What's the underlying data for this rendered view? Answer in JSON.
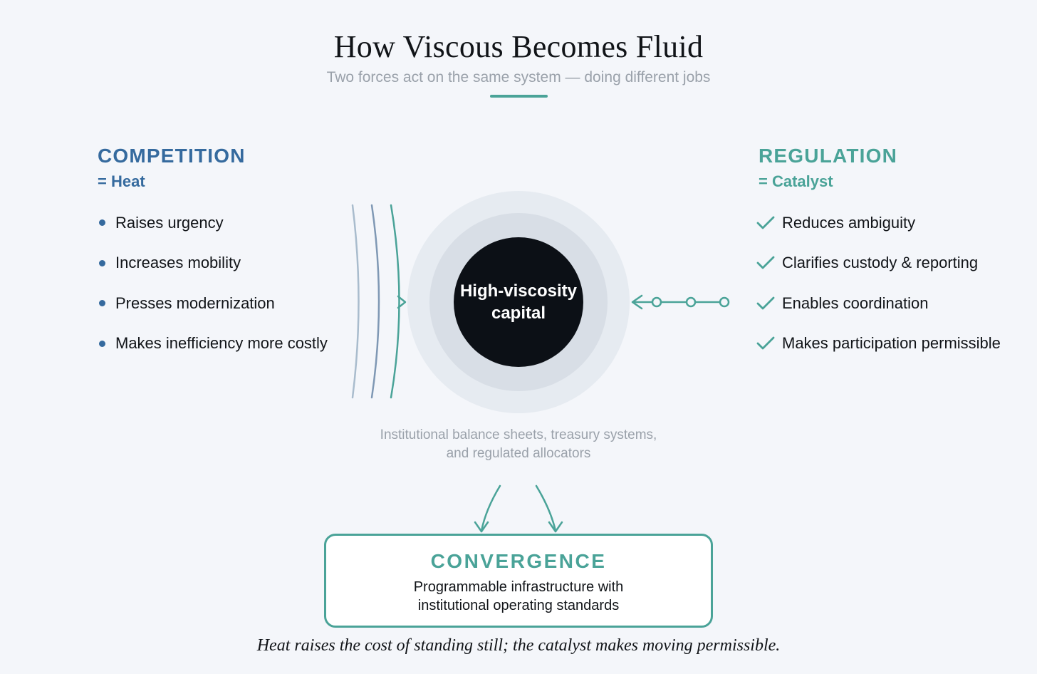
{
  "header": {
    "title": "How Viscous Becomes Fluid",
    "subtitle": "Two forces act on the same system — doing different jobs"
  },
  "competition": {
    "heading": "COMPETITION",
    "subheading": "= Heat",
    "items": [
      "Raises urgency",
      "Increases mobility",
      "Presses modernization",
      "Makes inefficiency more costly"
    ]
  },
  "regulation": {
    "heading": "REGULATION",
    "subheading": "= Catalyst",
    "items": [
      "Reduces ambiguity",
      "Clarifies custody & reporting",
      "Enables coordination",
      "Makes participation permissible"
    ]
  },
  "center": {
    "label": "High-viscosity\ncapital",
    "caption": "Institutional balance sheets, treasury systems,\nand regulated allocators"
  },
  "convergence": {
    "title": "CONVERGENCE",
    "body": "Programmable infrastructure with\ninstitutional operating standards"
  },
  "footer": {
    "text": "Heat raises the cost of standing still; the catalyst makes moving permissible."
  },
  "colors": {
    "background": "#f4f6fa",
    "competition_blue": "#356a9e",
    "regulation_teal": "#4aa398",
    "core_dark": "#0c1016",
    "muted_gray": "#9aa1aa"
  },
  "icons": {
    "competition_bullet": "dot-icon",
    "regulation_bullet": "checkmark-icon",
    "heat": "heat-wave-arcs-icon",
    "catalyst": "catalyst-connector-icon",
    "flow": "converging-arrows-icon"
  }
}
